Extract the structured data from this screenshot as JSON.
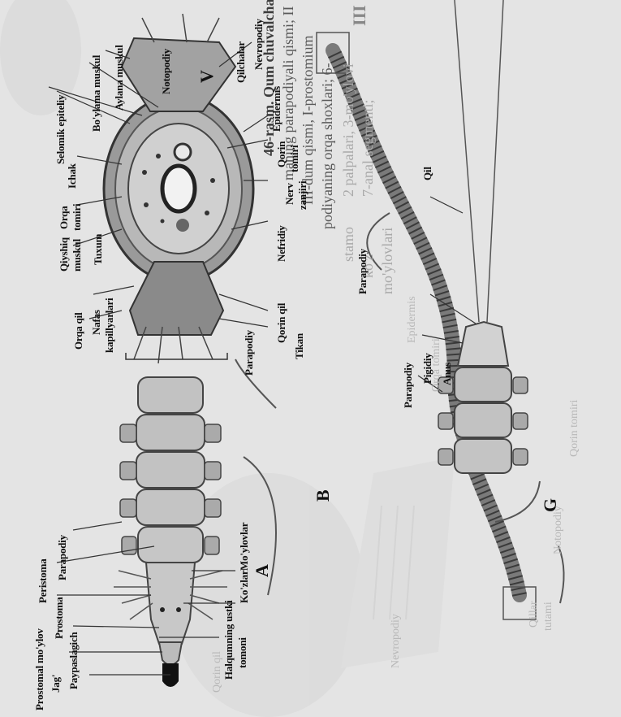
{
  "caption": {
    "figure_label": "46-rasm.",
    "figure_title": "Qum chuvalchang",
    "lines": [
      "maning parapodiyali qismi; II",
      "III-dum qismi, I-prostomium",
      "podiyaning orqa shoxlari; 6-"
    ],
    "lines2": [
      "stamo",
      "ko'z",
      "mo'ylovlari"
    ],
    "lines2_right": [
      "2 palpalari, 3-mo'ylovi",
      "7-anal segmenti;"
    ]
  },
  "roman": {
    "three": "III"
  },
  "panel_A": {
    "letter": "A",
    "labels": {
      "jag": "Jag'",
      "prostomal_moylov": "Prostomal mo'ylov",
      "paypaslagich": "Paypaslagich",
      "prostoma": "Prostoma",
      "peristoma": "Peristoma",
      "parapodiy": "Parapodiy",
      "halqum_1": "Halqumning ustki",
      "halqum_2": "tomoni",
      "kozlar": "Ko'zlar",
      "moylovlar": "Mo'ylovlar"
    }
  },
  "panel_B": {
    "letter": "B",
    "labels": {
      "parapodiy": "Parapodiy"
    }
  },
  "panel_G": {
    "letter": "G",
    "labels": {
      "parapodiy": "Parapodiy",
      "pigidiy": "Pigidiy",
      "anus": "Anus",
      "qil": "Qil"
    }
  },
  "panel_V": {
    "letter": "V",
    "labels": {
      "orqa_qil": "Orqa qil",
      "nafas_1": "Nafas",
      "nafas_2": "kapillyarlari",
      "qiyshiq_1": "Qiyshiq",
      "qiyshiq_2": "muskul",
      "orqa_tomir_1": "Orqa",
      "orqa_tomir_2": "tomiri",
      "ichak": "Ichak",
      "tuxum": "Tuxum",
      "selomik": "Selomik epiteliy",
      "boylama": "Bo'ylama muskul",
      "aylana": "Aylana muskul",
      "notopodiy": "Notopodiy",
      "qilchalar": "Qilchalar",
      "nevropodiy": "Nevropodiy",
      "epidermis": "Epidermis",
      "qorin_tomir_1": "Qorin",
      "qorin_tomir_2": "tomiri",
      "nerv_1": "Nerv",
      "nerv_2": "zanjiri",
      "nefridiy": "Nefridiy",
      "qorin_qil": "Qorin qil",
      "tikan": "Tikan",
      "parapodiy": "Parapodiy"
    }
  },
  "faint": {
    "notopodiy": "Notopodiy",
    "qillar_1": "Qillar",
    "qillar_2": "tutami",
    "nevropodiy": "Nevropodiy",
    "qorin_qil": "Qorin qil",
    "epidermis": "Epidermis",
    "orqa_tomir": "Orqa tomiri",
    "qorin_tomir": "Qorin tomiri"
  }
}
